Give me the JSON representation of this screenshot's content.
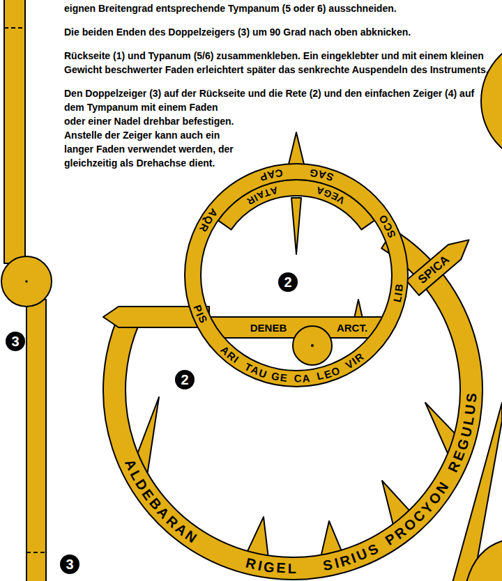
{
  "diagram": {
    "nodes": [
      {
        "text": [
          "CAP",
          "SAG",
          "ATAIR",
          "VEGA",
          "AQR",
          "SCO",
          "PIS",
          "LIB",
          "DENEB",
          "ARCT.",
          "ARI",
          "TAU",
          "GE",
          "CA",
          "LEO",
          "VIR",
          "SPICA",
          "REGULUS",
          "ALDEBARAN",
          "RIGEL",
          "SIRIUS",
          "PROCYON"
        ]
      }
    ],
    "labels": [
      "eignen Breitengrad entsprechende Tympanum (5 oder 6) ausschneiden.",
      "Die beiden Enden des Doppelzeigers (3) um 90 Grad nach oben abknicken.",
      "Rückseite (1) und Typanum (5/6) zusammenkleben. Ein eingeklebter und mit einem kleinen Gewicht beschwerter Faden erleichtert später das senkrechte Auspendeln des Instruments.",
      "Den Doppelzeiger (3) auf der Rückseite und die Rete (2) und den einfachen Zeiger (4) auf dem Tympanum mit einem Faden oder einer Nadel drehbar befestigen. Anstelle der Zeiger kann auch ein langer Faden verwendet werden, der gleichzeitig als Drehachse dient.",
      "2",
      "3",
      "2",
      "3"
    ]
  }
}
